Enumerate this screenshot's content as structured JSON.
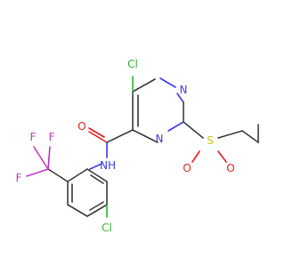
{
  "colors": {
    "carbon_bond": "#3c3c3c",
    "chlorine": "#2db52d",
    "oxygen": "#ee1d1d",
    "nitrogen": "#3c3cf0",
    "sulfur": "#c9c91a",
    "fluorine": "#c23bc2"
  },
  "atoms": {
    "cl_pyrimidine": "Cl",
    "n_ring_top": "N",
    "n_ring_bottom": "N",
    "o_amide": "O",
    "nh_amide": "NH",
    "s_sulfonyl": "S",
    "o_sulfonyl_left": "O",
    "o_sulfonyl_right": "O",
    "f_top_left": "F",
    "f_top_right": "F",
    "f_left": "F",
    "cl_phenyl": "Cl"
  }
}
